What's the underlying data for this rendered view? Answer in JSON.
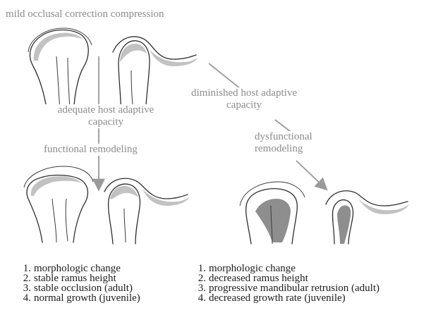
{
  "diagram": {
    "top_label": "mild occlusal correction compression",
    "left_path": {
      "label_line1": "adequate host adaptive",
      "label_line2": "capacity",
      "label_outcome": "functional remodeling"
    },
    "right_path": {
      "label_line1": "diminished host adaptive",
      "label_line2": "capacity",
      "label_outcome_line1": "dysfunctional",
      "label_outcome_line2": "remodeling"
    },
    "left_list": [
      {
        "num": "1.",
        "text": "morphologic change"
      },
      {
        "num": "2.",
        "text": "stable ramus height"
      },
      {
        "num": "3.",
        "text": "stable occlusion (adult)"
      },
      {
        "num": "4.",
        "text": "normal growth (juvenile)"
      }
    ],
    "right_list": [
      {
        "num": "1.",
        "text": "morphologic change"
      },
      {
        "num": "2.",
        "text": "decreased ramus height"
      },
      {
        "num": "3.",
        "text": "progressive mandibular retrusion (adult)"
      },
      {
        "num": "4.",
        "text": "decreased growth rate (juvenile)"
      }
    ]
  },
  "colors": {
    "annotation_text": "#8c8c8c",
    "list_text": "#1c1c1c",
    "arrow": "#9a9a9a",
    "line_art": "#2e2e2e"
  }
}
